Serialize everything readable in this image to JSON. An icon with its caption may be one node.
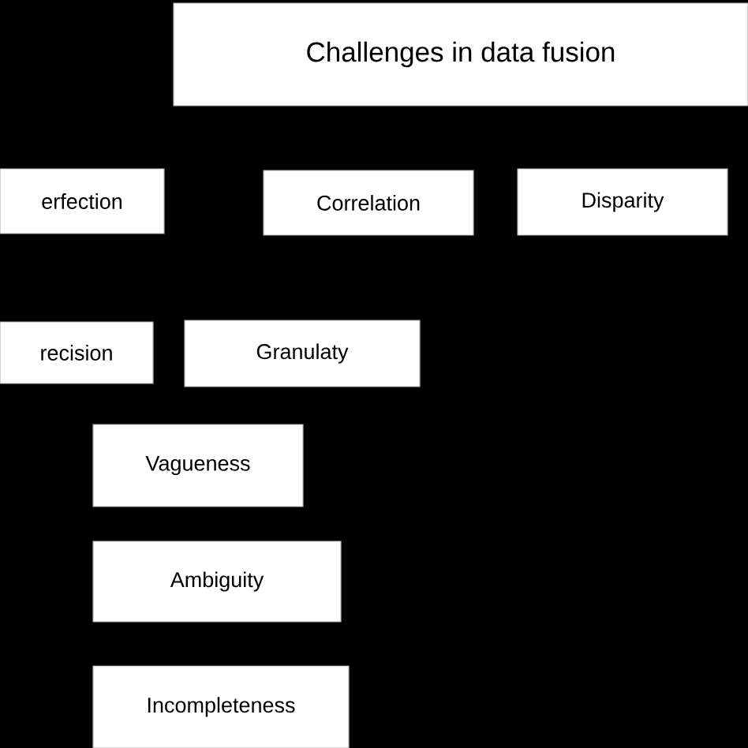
{
  "diagram": {
    "nodes": [
      {
        "text": [
          "Challenges in data fusion"
        ]
      },
      {
        "text": [
          "erfection"
        ]
      },
      {
        "text": [
          "Correlation"
        ]
      },
      {
        "text": [
          "Disparity"
        ]
      },
      {
        "text": [
          "recision"
        ]
      },
      {
        "text": [
          "Granulaty"
        ]
      },
      {
        "text": [
          "Vagueness"
        ]
      },
      {
        "text": [
          "Ambiguity"
        ]
      },
      {
        "text": [
          "Incompleteness"
        ]
      }
    ]
  }
}
